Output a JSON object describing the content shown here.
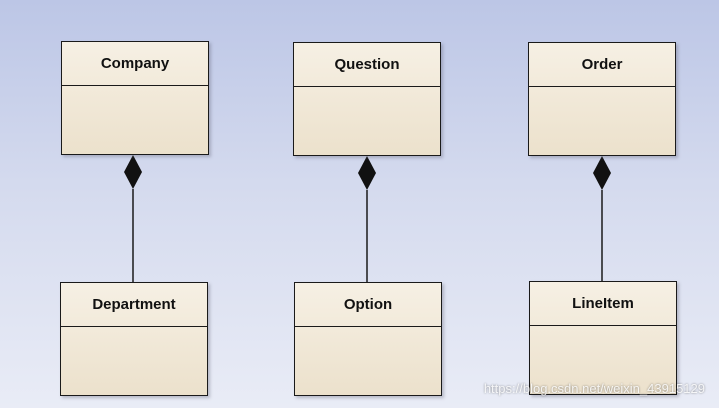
{
  "diagram": {
    "classes": {
      "company": "Company",
      "department": "Department",
      "question": "Question",
      "option": "Option",
      "order": "Order",
      "lineitem": "LineItem"
    },
    "relationships": [
      {
        "type": "composition",
        "whole": "Company",
        "part": "Department"
      },
      {
        "type": "composition",
        "whole": "Question",
        "part": "Option"
      },
      {
        "type": "composition",
        "whole": "Order",
        "part": "LineItem"
      }
    ]
  },
  "watermark": "https://blog.csdn.net/weixin_43915129",
  "colors": {
    "class_fill": "#ece1cc",
    "stroke": "#1a1a1a"
  }
}
